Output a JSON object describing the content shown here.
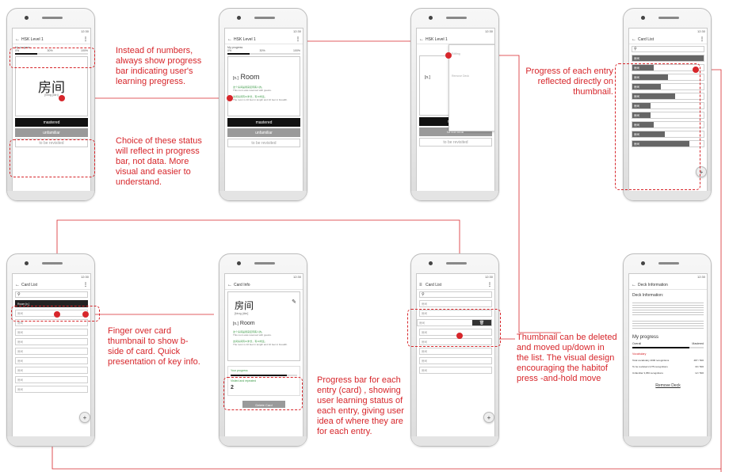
{
  "status_time": "12:30",
  "notes": {
    "progress_bar": "Instead of numbers, always show progress bar indicating user's learning pregress.",
    "status_choice": "Choice of these status will reflect in progress bar, not data. More visual and easier to understand.",
    "thumbnail_progress": "Progress of each entry reflected directly on thumbnail.",
    "finger_over": "Finger over card thumbnail to show b-side of card. Quick presentation of key info.",
    "entry_progress": "Progress bar for each entry (card) , showing user learning status of each entry, giving user idea of where they are for each entry.",
    "delete_move": "Thumbnail can be deleted and moved up/down in the list. The visual design encouraging the habitof press -and-hold move"
  },
  "study": {
    "title": "HSK Level 1",
    "progress_label": "My progress",
    "ticks": [
      "0%",
      "30%",
      "100%"
    ],
    "progress_fraction": 0.3,
    "hanzi": "房间",
    "pinyin": "[fáng jiān]",
    "pos": "[n.]",
    "word": "Room",
    "example1_cn": "这个房间是用来接待客人的。",
    "example1_en": "This room was reserved with guests.",
    "example2_cn": "这间房间有10米长，有10米宽。",
    "example2_en": "The room is 10 feet in length and 10 feet in breadth.",
    "btn_mastered": "mastered",
    "btn_unfamiliar": "unfamiliar",
    "btn_revisit": "to be revisited"
  },
  "menu": {
    "items": [
      "Editing",
      "Remove Deck"
    ]
  },
  "list": {
    "title": "Card List",
    "search_icon": "search-icon",
    "row_label": "房间",
    "hover_label": "Room [n.]",
    "row_levels": [
      1.0,
      0.3,
      0.5,
      0.4,
      0.6,
      0.25,
      0.25,
      0.3,
      0.45,
      0.8
    ],
    "fab": "+"
  },
  "info": {
    "title": "Card Info",
    "hanzi": "房间",
    "pinyin": "[fáng jiān]",
    "pos": "[n.]",
    "word": "Room",
    "progress_label": "Your progress",
    "progress_fraction": 0.85,
    "revisit_label": "Visited and repeated",
    "revisit_count": "2",
    "delete_button": "Delete Card"
  },
  "deck": {
    "title": "Deck Information",
    "heading": "Deck Information:",
    "progress_heading": "My progress",
    "overall_label": "Overall",
    "mastered_label": "Mastered",
    "overall_fraction": 0.8,
    "stats_heading": "Vocabulary",
    "stats": [
      [
        "Total vocabulary 4000 recognitions",
        "487 / 500"
      ],
      [
        "To be revisited 2,475 recognitions",
        "30 / 500"
      ],
      [
        "Unfamiliar 3,350 recognitions",
        "12 / 500"
      ]
    ],
    "remove_button": "Remove Deck"
  },
  "colors": {
    "accent": "#d7262b",
    "dark": "#111111"
  }
}
